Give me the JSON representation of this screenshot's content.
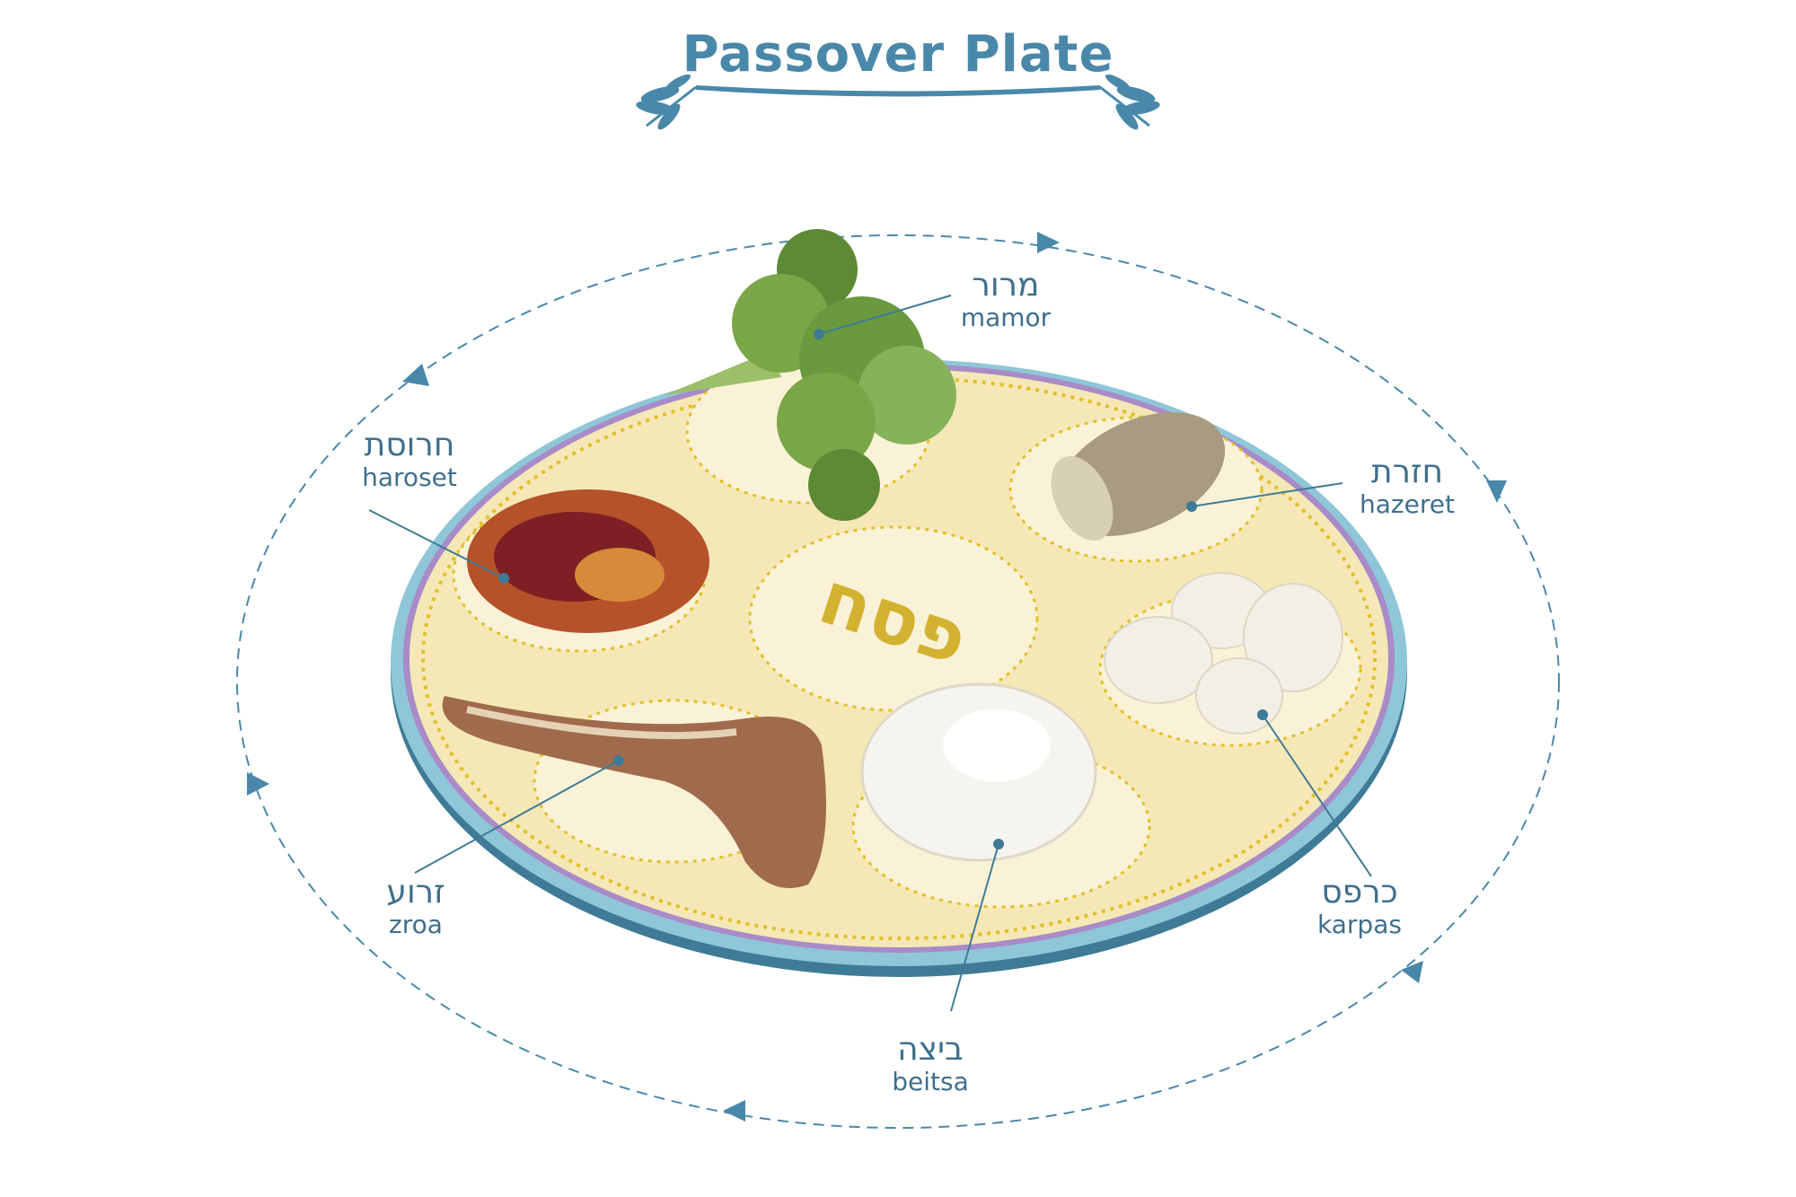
{
  "title": "Passover Plate",
  "center_text": "פסח",
  "items": [
    {
      "hebrew": "מרור",
      "latin": "mamor"
    },
    {
      "hebrew": "חרוסת",
      "latin": "haroset"
    },
    {
      "hebrew": "חזרת",
      "latin": "hazeret"
    },
    {
      "hebrew": "זרוע",
      "latin": "zroa"
    },
    {
      "hebrew": "ביצה",
      "latin": "beitsa"
    },
    {
      "hebrew": "כרפס",
      "latin": "karpas"
    }
  ],
  "colors": {
    "accent": "#4a88aa",
    "label": "#3f6f8d",
    "plate": "#f6e8b6",
    "rim": "#5b9ab8",
    "gold": "#d3b131"
  }
}
